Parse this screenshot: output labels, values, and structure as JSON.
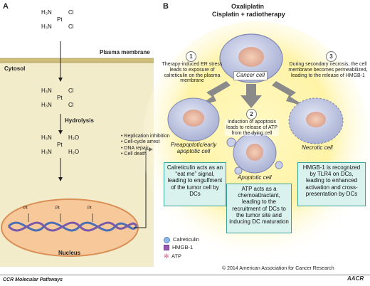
{
  "panel_a": {
    "label": "A",
    "plasma_membrane": "Plasma membrane",
    "cytosol": "Cytosol",
    "hydrolysis": "Hydrolysis",
    "nucleus": "Nucleus",
    "effects": [
      "Replication inhibition",
      "Cell-cycle arrest",
      "DNA repair",
      "Cell death"
    ],
    "chem": {
      "h3n": "H₃N",
      "pt": "Pt",
      "cl": "Cl",
      "h2o": "H₂O"
    }
  },
  "panel_b": {
    "label": "B",
    "treatment_line1": "Oxaliplatin",
    "treatment_line2": "Cisplatin + radiotherapy",
    "cancer_cell": "Cancer cell",
    "step1_num": "1",
    "step1_text": "Therapy-induced ER stress leads to exposure of calreticulin on the plasma membrane",
    "step2_num": "2",
    "step2_text": "Induction of apoptosis leads to release of ATP from the dying cell",
    "step3_num": "3",
    "step3_text": "During secondary necrosis, the cell membrane becomes permeabilized, leading to the release of HMGB-1",
    "preapoptotic": "Preapoptotic/early apoptotic cell",
    "apoptotic": "Apoptotic cell",
    "necrotic": "Necrotic cell",
    "box1": "Calreticulin acts as an “eat me” signal, leading to engulfment of the tumor cell by DCs",
    "box2": "ATP acts as a chemoattractant, leading to the recruitment of DCs to the tumor site and inducing DC maturation",
    "box3": "HMGB-1 is recognized by TLR4 on DCs, leading to enhanced activation and cross-presentation by DCs",
    "legend": [
      "Calreticulin",
      "HMGB-1",
      "ATP"
    ]
  },
  "footer": {
    "left": "CCR Molecular Pathways",
    "copyright": "© 2014 American Association for Cancer Research",
    "logo": "AACR"
  },
  "colors": {
    "cytosol": "#f3eccb",
    "membrane": "#c8b872",
    "nucleus": "#f6c89a",
    "box_fill": "#d9f2ee",
    "box_border": "#3aa398",
    "glow": "#fff6a8",
    "cell_fill": "#c9cfe6",
    "calreticulin": "#8fb6e6",
    "hmgb1": "#9b59b6",
    "atp": "#e05a8a"
  }
}
